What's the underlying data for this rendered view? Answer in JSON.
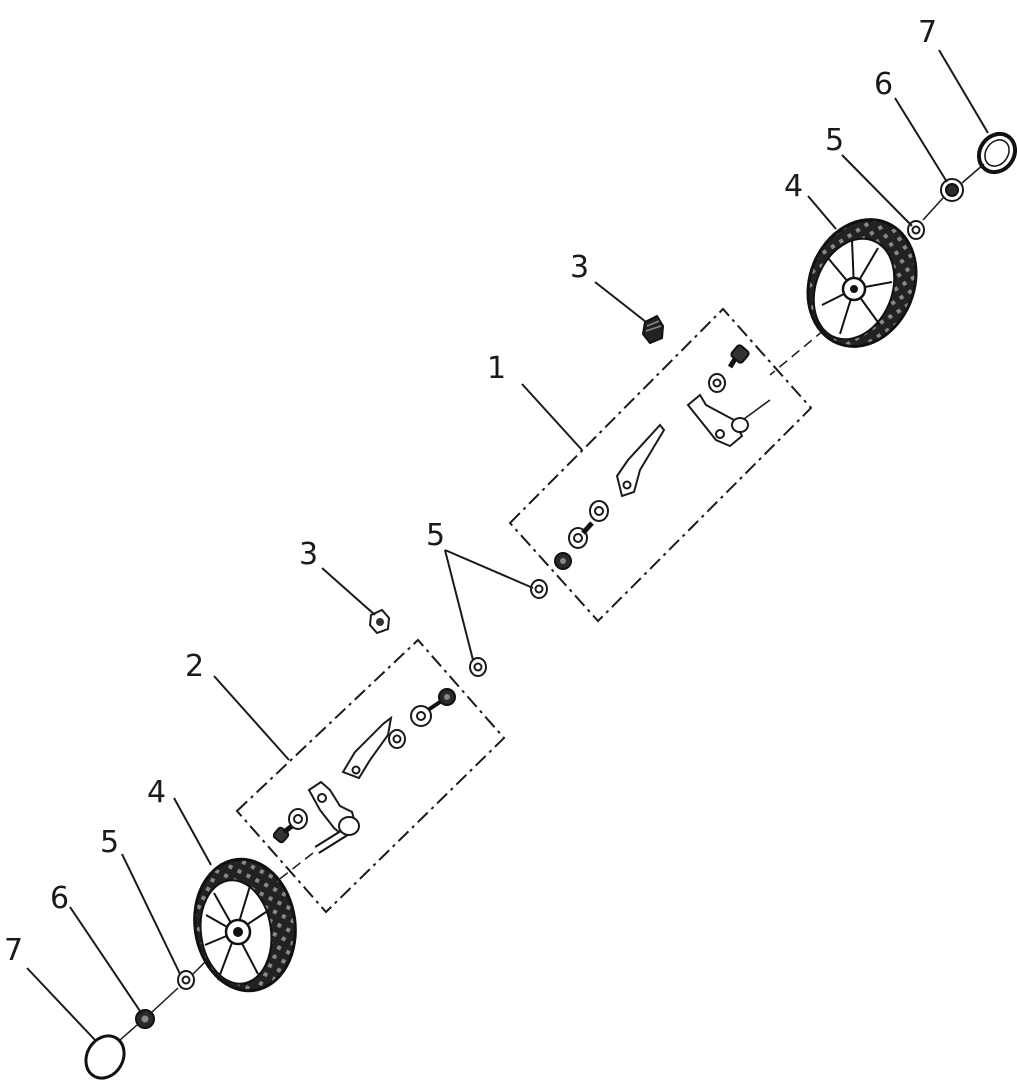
{
  "callouts": {
    "assembly_1": "1",
    "assembly_2": "2",
    "nut_upper": "3",
    "nut_lower": "3",
    "wheel_upper": "4",
    "wheel_lower": "4",
    "washer_center": "5",
    "washer_upper": "5",
    "washer_lower": "5",
    "bearing_upper": "6",
    "bearing_lower": "6",
    "ring_upper": "7",
    "ring_lower": "7"
  }
}
